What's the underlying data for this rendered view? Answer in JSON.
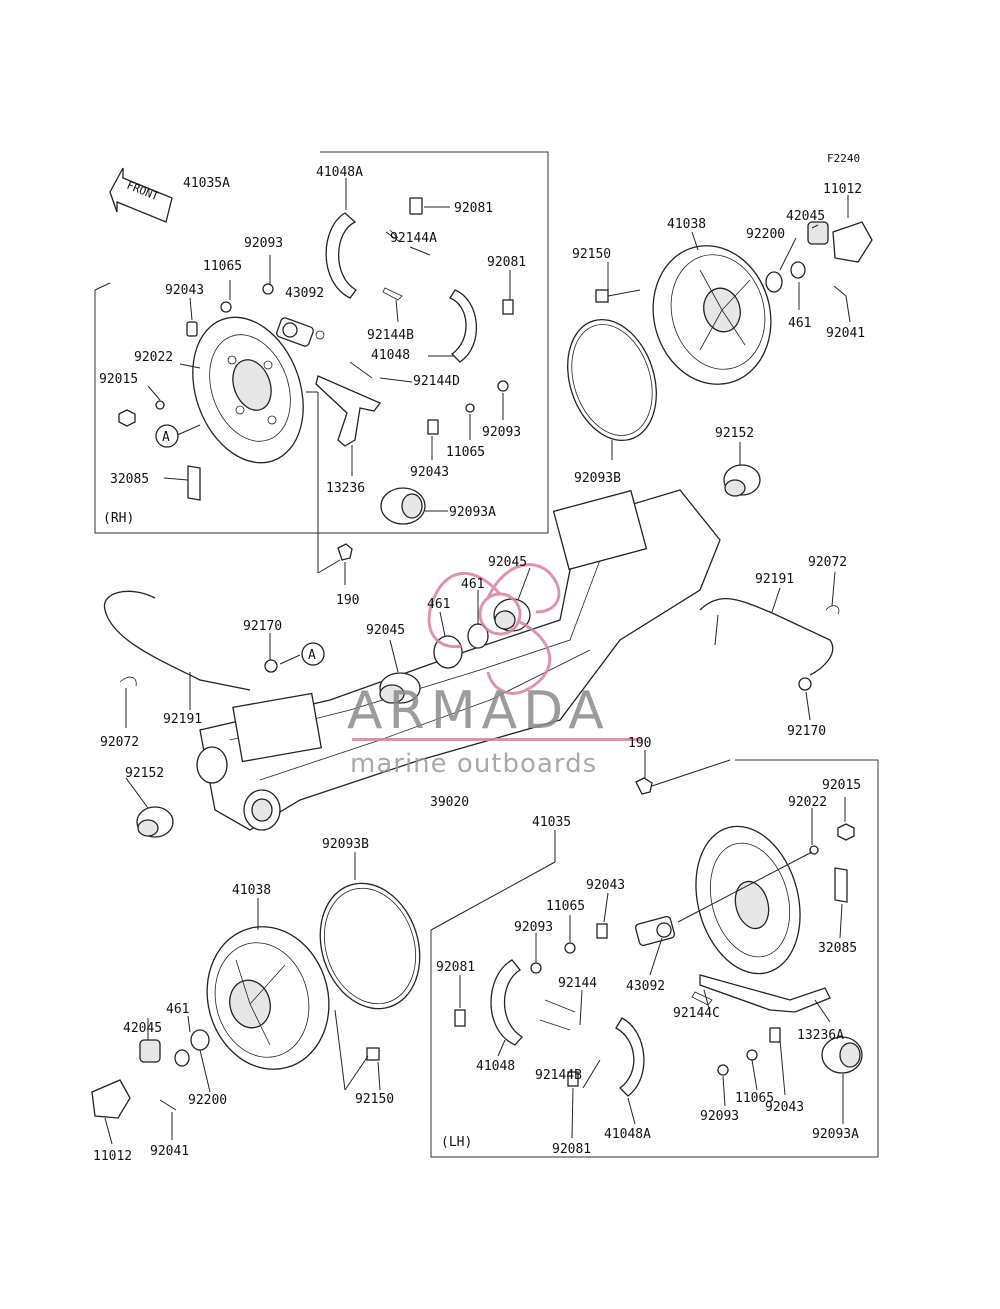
{
  "figure_code": "F2240",
  "front_label": "FRONT",
  "rh_label": "(RH)",
  "lh_label": "(LH)",
  "watermark": {
    "brand": "ARMADA",
    "tagline": "marine outboards",
    "accent_color": "#d9829a"
  },
  "callouts": [
    {
      "id": "c1",
      "text": "41035A"
    },
    {
      "id": "c2",
      "text": "41048A"
    },
    {
      "id": "c3",
      "text": "92081"
    },
    {
      "id": "c4",
      "text": "92093"
    },
    {
      "id": "c5",
      "text": "92144A"
    },
    {
      "id": "c6",
      "text": "11065"
    },
    {
      "id": "c7",
      "text": "92081"
    },
    {
      "id": "c8",
      "text": "92043"
    },
    {
      "id": "c9",
      "text": "43092"
    },
    {
      "id": "c10",
      "text": "92144B"
    },
    {
      "id": "c11",
      "text": "92022"
    },
    {
      "id": "c12",
      "text": "41048"
    },
    {
      "id": "c13",
      "text": "92015"
    },
    {
      "id": "c14",
      "text": "92144D"
    },
    {
      "id": "c15",
      "text": "A"
    },
    {
      "id": "c16",
      "text": "92093"
    },
    {
      "id": "c17",
      "text": "11065"
    },
    {
      "id": "c18",
      "text": "92043"
    },
    {
      "id": "c19",
      "text": "32085"
    },
    {
      "id": "c20",
      "text": "13236"
    },
    {
      "id": "c21",
      "text": "92093A"
    },
    {
      "id": "c22",
      "text": "41038"
    },
    {
      "id": "c23",
      "text": "11012"
    },
    {
      "id": "c24",
      "text": "42045"
    },
    {
      "id": "c25",
      "text": "92200"
    },
    {
      "id": "c26",
      "text": "92150"
    },
    {
      "id": "c27",
      "text": "461"
    },
    {
      "id": "c28",
      "text": "92041"
    },
    {
      "id": "c29",
      "text": "92093B"
    },
    {
      "id": "c30",
      "text": "92152"
    },
    {
      "id": "c31",
      "text": "190"
    },
    {
      "id": "c32",
      "text": "92045"
    },
    {
      "id": "c33",
      "text": "461"
    },
    {
      "id": "c34",
      "text": "461"
    },
    {
      "id": "c35",
      "text": "92072"
    },
    {
      "id": "c36",
      "text": "92191"
    },
    {
      "id": "c37",
      "text": "92170"
    },
    {
      "id": "c38",
      "text": "A"
    },
    {
      "id": "c39",
      "text": "92045"
    },
    {
      "id": "c40",
      "text": "92191"
    },
    {
      "id": "c41",
      "text": "92072"
    },
    {
      "id": "c42",
      "text": "92170"
    },
    {
      "id": "c43",
      "text": "190"
    },
    {
      "id": "c44",
      "text": "92152"
    },
    {
      "id": "c45",
      "text": "39020"
    },
    {
      "id": "c46",
      "text": "92015"
    },
    {
      "id": "c47",
      "text": "92022"
    },
    {
      "id": "c48",
      "text": "41035"
    },
    {
      "id": "c49",
      "text": "92093B"
    },
    {
      "id": "c50",
      "text": "41038"
    },
    {
      "id": "c51",
      "text": "92043"
    },
    {
      "id": "c52",
      "text": "11065"
    },
    {
      "id": "c53",
      "text": "92093"
    },
    {
      "id": "c54",
      "text": "92081"
    },
    {
      "id": "c55",
      "text": "92144"
    },
    {
      "id": "c56",
      "text": "43092"
    },
    {
      "id": "c57",
      "text": "32085"
    },
    {
      "id": "c58",
      "text": "92144C"
    },
    {
      "id": "c59",
      "text": "13236A"
    },
    {
      "id": "c60",
      "text": "461"
    },
    {
      "id": "c61",
      "text": "42045"
    },
    {
      "id": "c62",
      "text": "92200"
    },
    {
      "id": "c63",
      "text": "41048"
    },
    {
      "id": "c64",
      "text": "92144B"
    },
    {
      "id": "c65",
      "text": "92043"
    },
    {
      "id": "c66",
      "text": "11065"
    },
    {
      "id": "c67",
      "text": "92150"
    },
    {
      "id": "c68",
      "text": "92093"
    },
    {
      "id": "c69",
      "text": "11012"
    },
    {
      "id": "c70",
      "text": "92041"
    },
    {
      "id": "c71",
      "text": "92081"
    },
    {
      "id": "c72",
      "text": "41048A"
    },
    {
      "id": "c73",
      "text": "92093A"
    }
  ]
}
